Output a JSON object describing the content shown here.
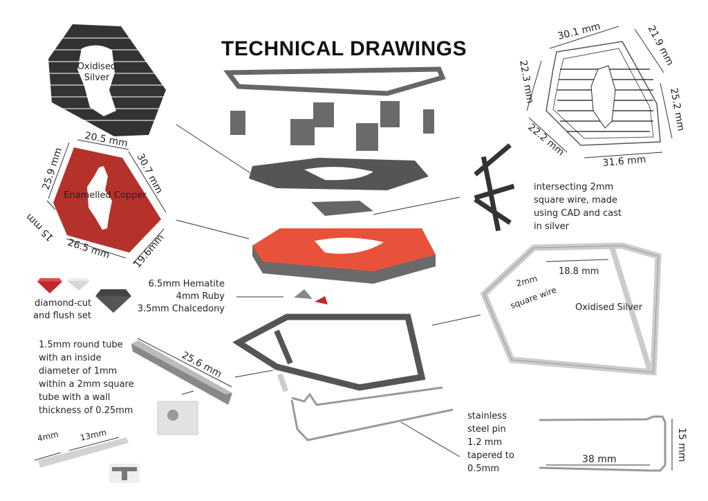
{
  "title": "TECHNICAL DRAWINGS",
  "silver_back": {
    "label_line1": "Oxidised",
    "label_line2": "Silver"
  },
  "copper_plate": {
    "label": "Enamelled Copper",
    "dims": [
      "20.5 mm",
      "30.7 mm",
      "19.6mm",
      "26.5 mm",
      "15 mm",
      "25.9 mm"
    ],
    "color": "#b5322a"
  },
  "stones": {
    "caption_line1": "diamond-cut",
    "caption_line2": "and flush set",
    "list": [
      "6.5mm Hematite",
      "4mm Ruby",
      "3.5mm Chalcedony"
    ]
  },
  "tube": {
    "lines": [
      "1.5mm round tube",
      "with an inside",
      "diameter of 1mm",
      "within a 2mm square",
      "tube with a wall",
      "thickness of 0.25mm"
    ],
    "length": "25.6 mm",
    "dim_a": "4mm",
    "dim_b": "13mm"
  },
  "brick_drawing": {
    "dims": [
      "30.1 mm",
      "21.9 mm",
      "25.2 mm",
      "31.6 mm",
      "22.2 mm",
      "22.3 mm"
    ]
  },
  "wire": {
    "lines": [
      "intersecting 2mm",
      "square wire, made",
      "using CAD and cast",
      "in silver"
    ]
  },
  "frame": {
    "label": "Oxidised Silver",
    "wire_label_line1": "2mm",
    "wire_label_line2": "square wire",
    "dim": "18.8 mm"
  },
  "pin": {
    "lines": [
      "stainless",
      "steel pin",
      "1.2 mm",
      "tapered to",
      "0.5mm"
    ],
    "length": "38 mm",
    "height": "15 mm"
  }
}
